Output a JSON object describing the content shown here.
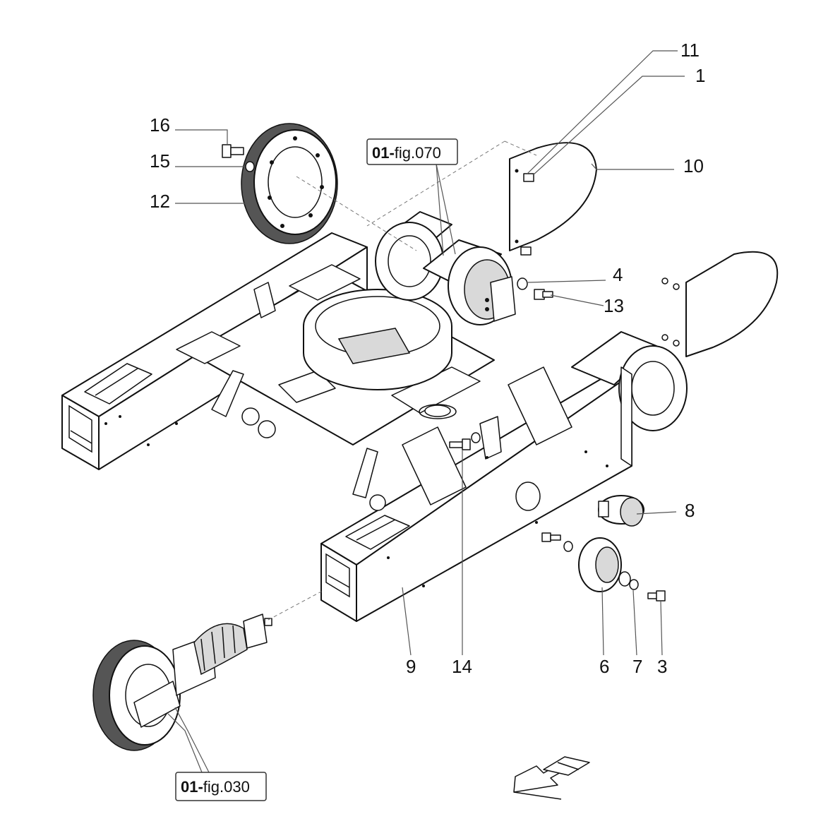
{
  "labels": {
    "p11": "11",
    "p1": "1",
    "p16": "16",
    "p15": "15",
    "p12": "12",
    "p10": "10",
    "p4": "4",
    "p13": "13",
    "p8": "8",
    "p9": "9",
    "p14": "14",
    "p6": "6",
    "p7": "7",
    "p3": "3"
  },
  "references": {
    "fig070": {
      "prefix": "01-",
      "suffix": "fig.070"
    },
    "fig030": {
      "prefix": "01-",
      "suffix": "fig.030"
    }
  }
}
